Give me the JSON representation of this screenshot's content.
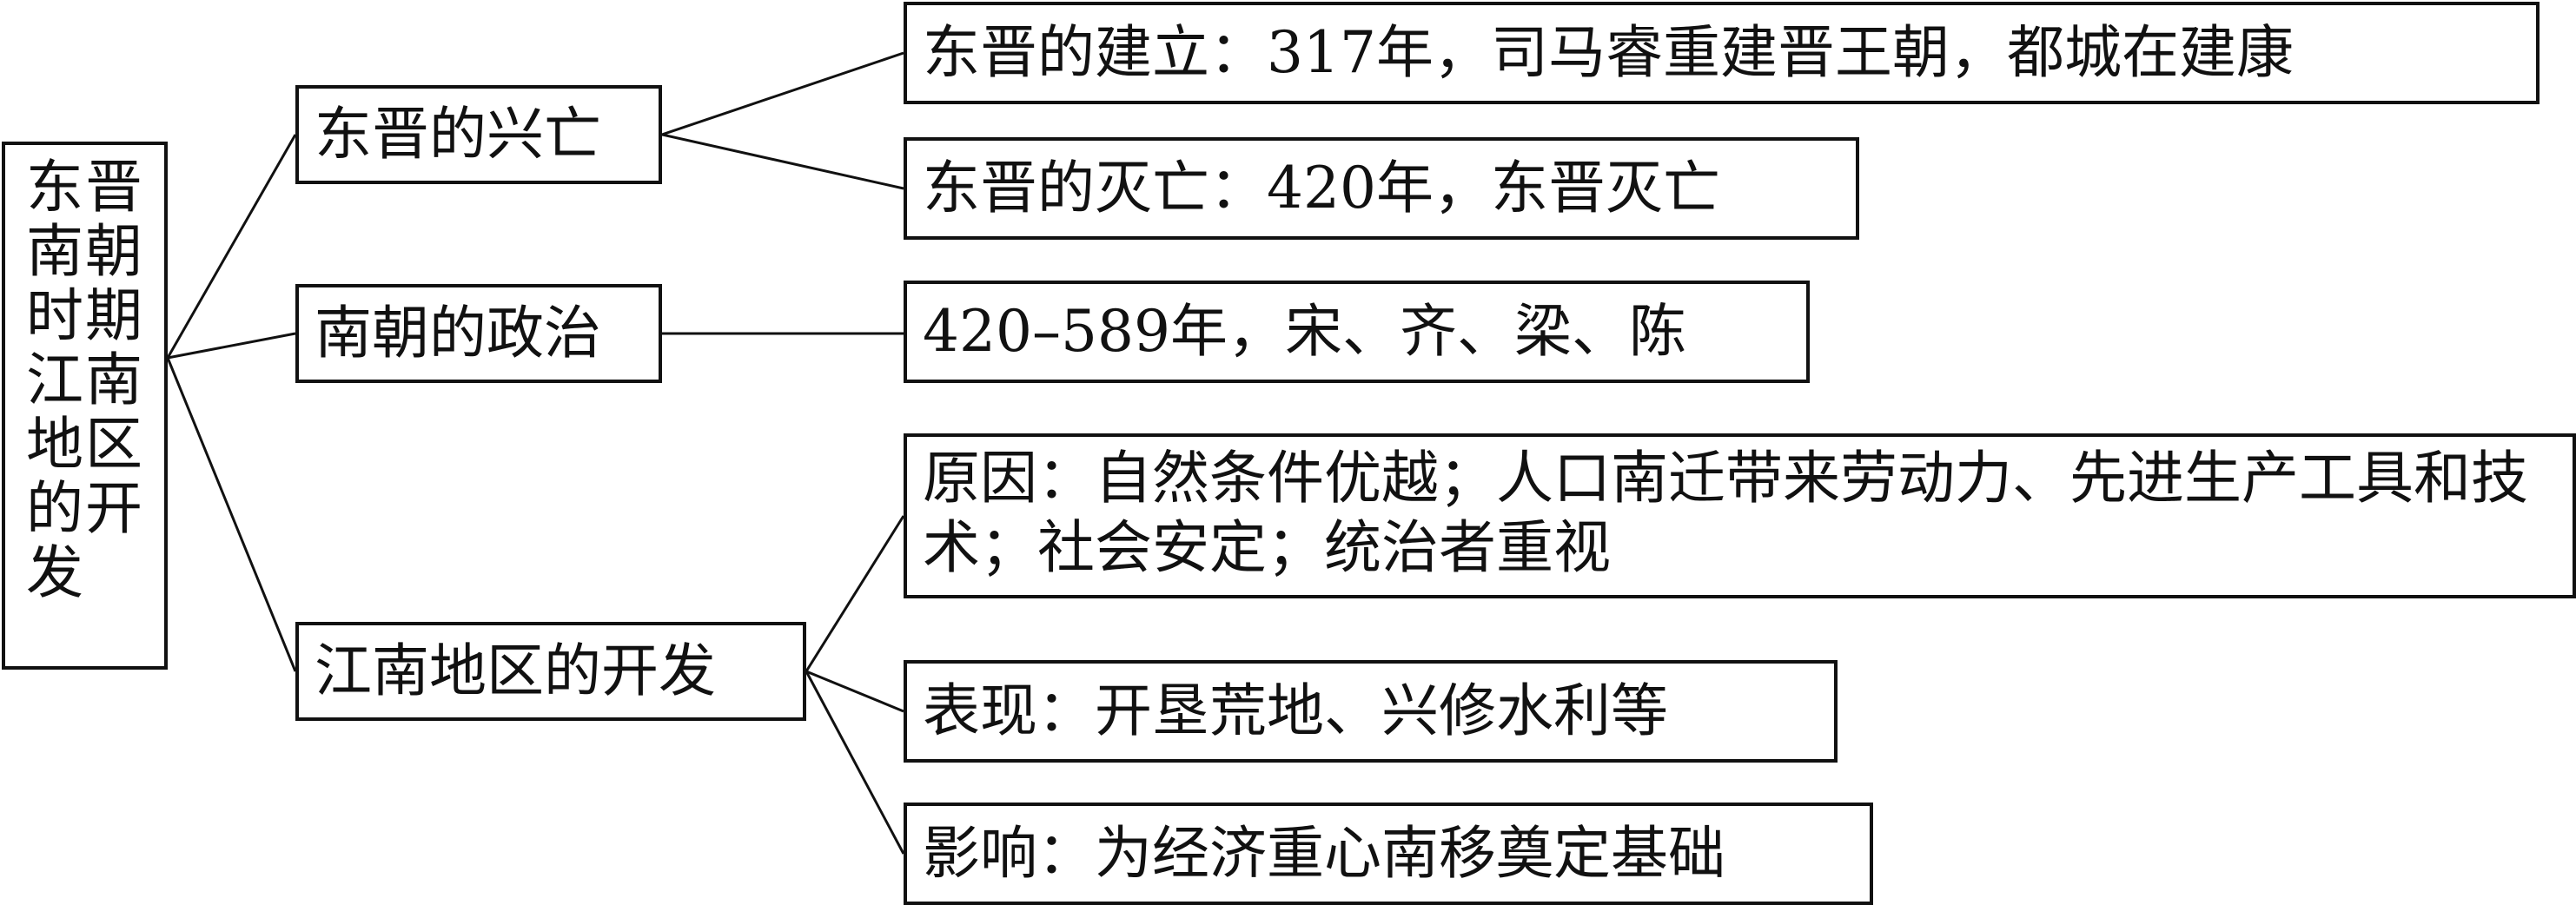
{
  "root": {
    "label": "东晋南朝时期江南地区的开发"
  },
  "branches": [
    {
      "label": "东晋的兴亡",
      "children": [
        "东晋的建立：317年，司马睿重建晋王朝，都城在建康",
        "东晋的灭亡：420年，东晋灭亡"
      ]
    },
    {
      "label": "南朝的政治",
      "children": [
        "420–589年，宋、齐、梁、陈"
      ]
    },
    {
      "label": "江南地区的开发",
      "children": [
        "原因：自然条件优越；人口南迁带来劳动力、先进生产工具和技术；社会安定；统治者重视",
        "表现：开垦荒地、兴修水利等",
        "影响：为经济重心南移奠定基础"
      ]
    }
  ],
  "colors": {
    "line": "#111111",
    "background": "#ffffff"
  }
}
